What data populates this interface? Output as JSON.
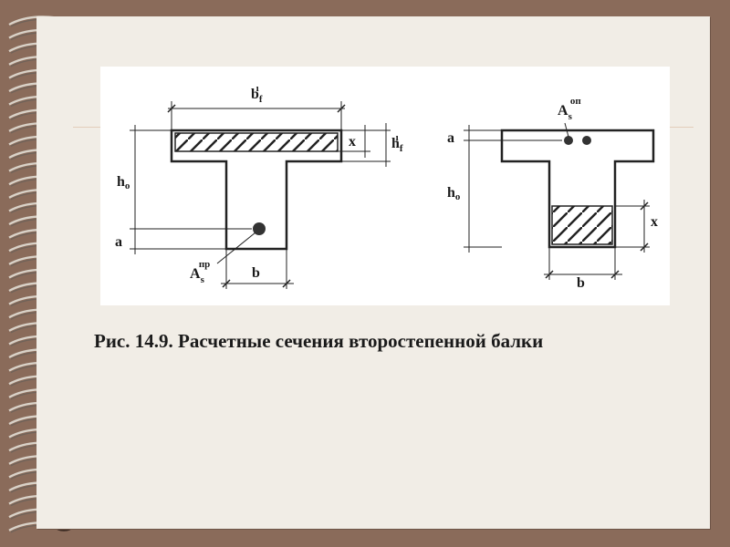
{
  "caption": "Рис. 14.9. Расчетные сечения второстепенной балки",
  "left_section": {
    "top_width": "b",
    "top_width_sub": "f",
    "top_width_prime": "ı",
    "flange_height": "h",
    "flange_height_sub": "f",
    "flange_height_prime": "ı",
    "compression_zone": "x",
    "effective_depth": "h",
    "effective_depth_sub": "o",
    "cover": "a",
    "rebar": "A",
    "rebar_sub": "s",
    "rebar_sup": "пр",
    "web_width": "b"
  },
  "right_section": {
    "rebar": "A",
    "rebar_sub": "s",
    "rebar_sup": "оп",
    "cover": "a",
    "effective_depth": "h",
    "effective_depth_sub": "o",
    "compression_zone": "x",
    "web_width": "b"
  }
}
